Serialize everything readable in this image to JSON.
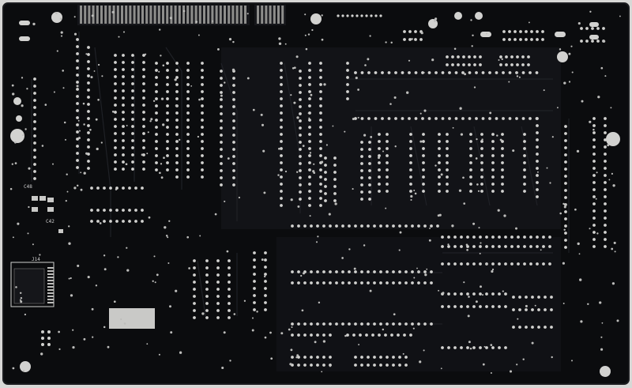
{
  "photo": {
    "subject": "pcb-back-side",
    "colors": {
      "background": "#d8d8d6",
      "board": "#0b0c0e",
      "board_edge": "#1b1c1f",
      "copper_pour": "#15161a",
      "trace": "#1f2126",
      "pad": "#d2d2d0",
      "hole": "#2a2a2a",
      "silkscreen": "#cfcfcf",
      "label_plate": "#c9c9c7"
    }
  },
  "silkscreen": {
    "j14": "J14",
    "c48": "C48",
    "c42": "C42"
  }
}
